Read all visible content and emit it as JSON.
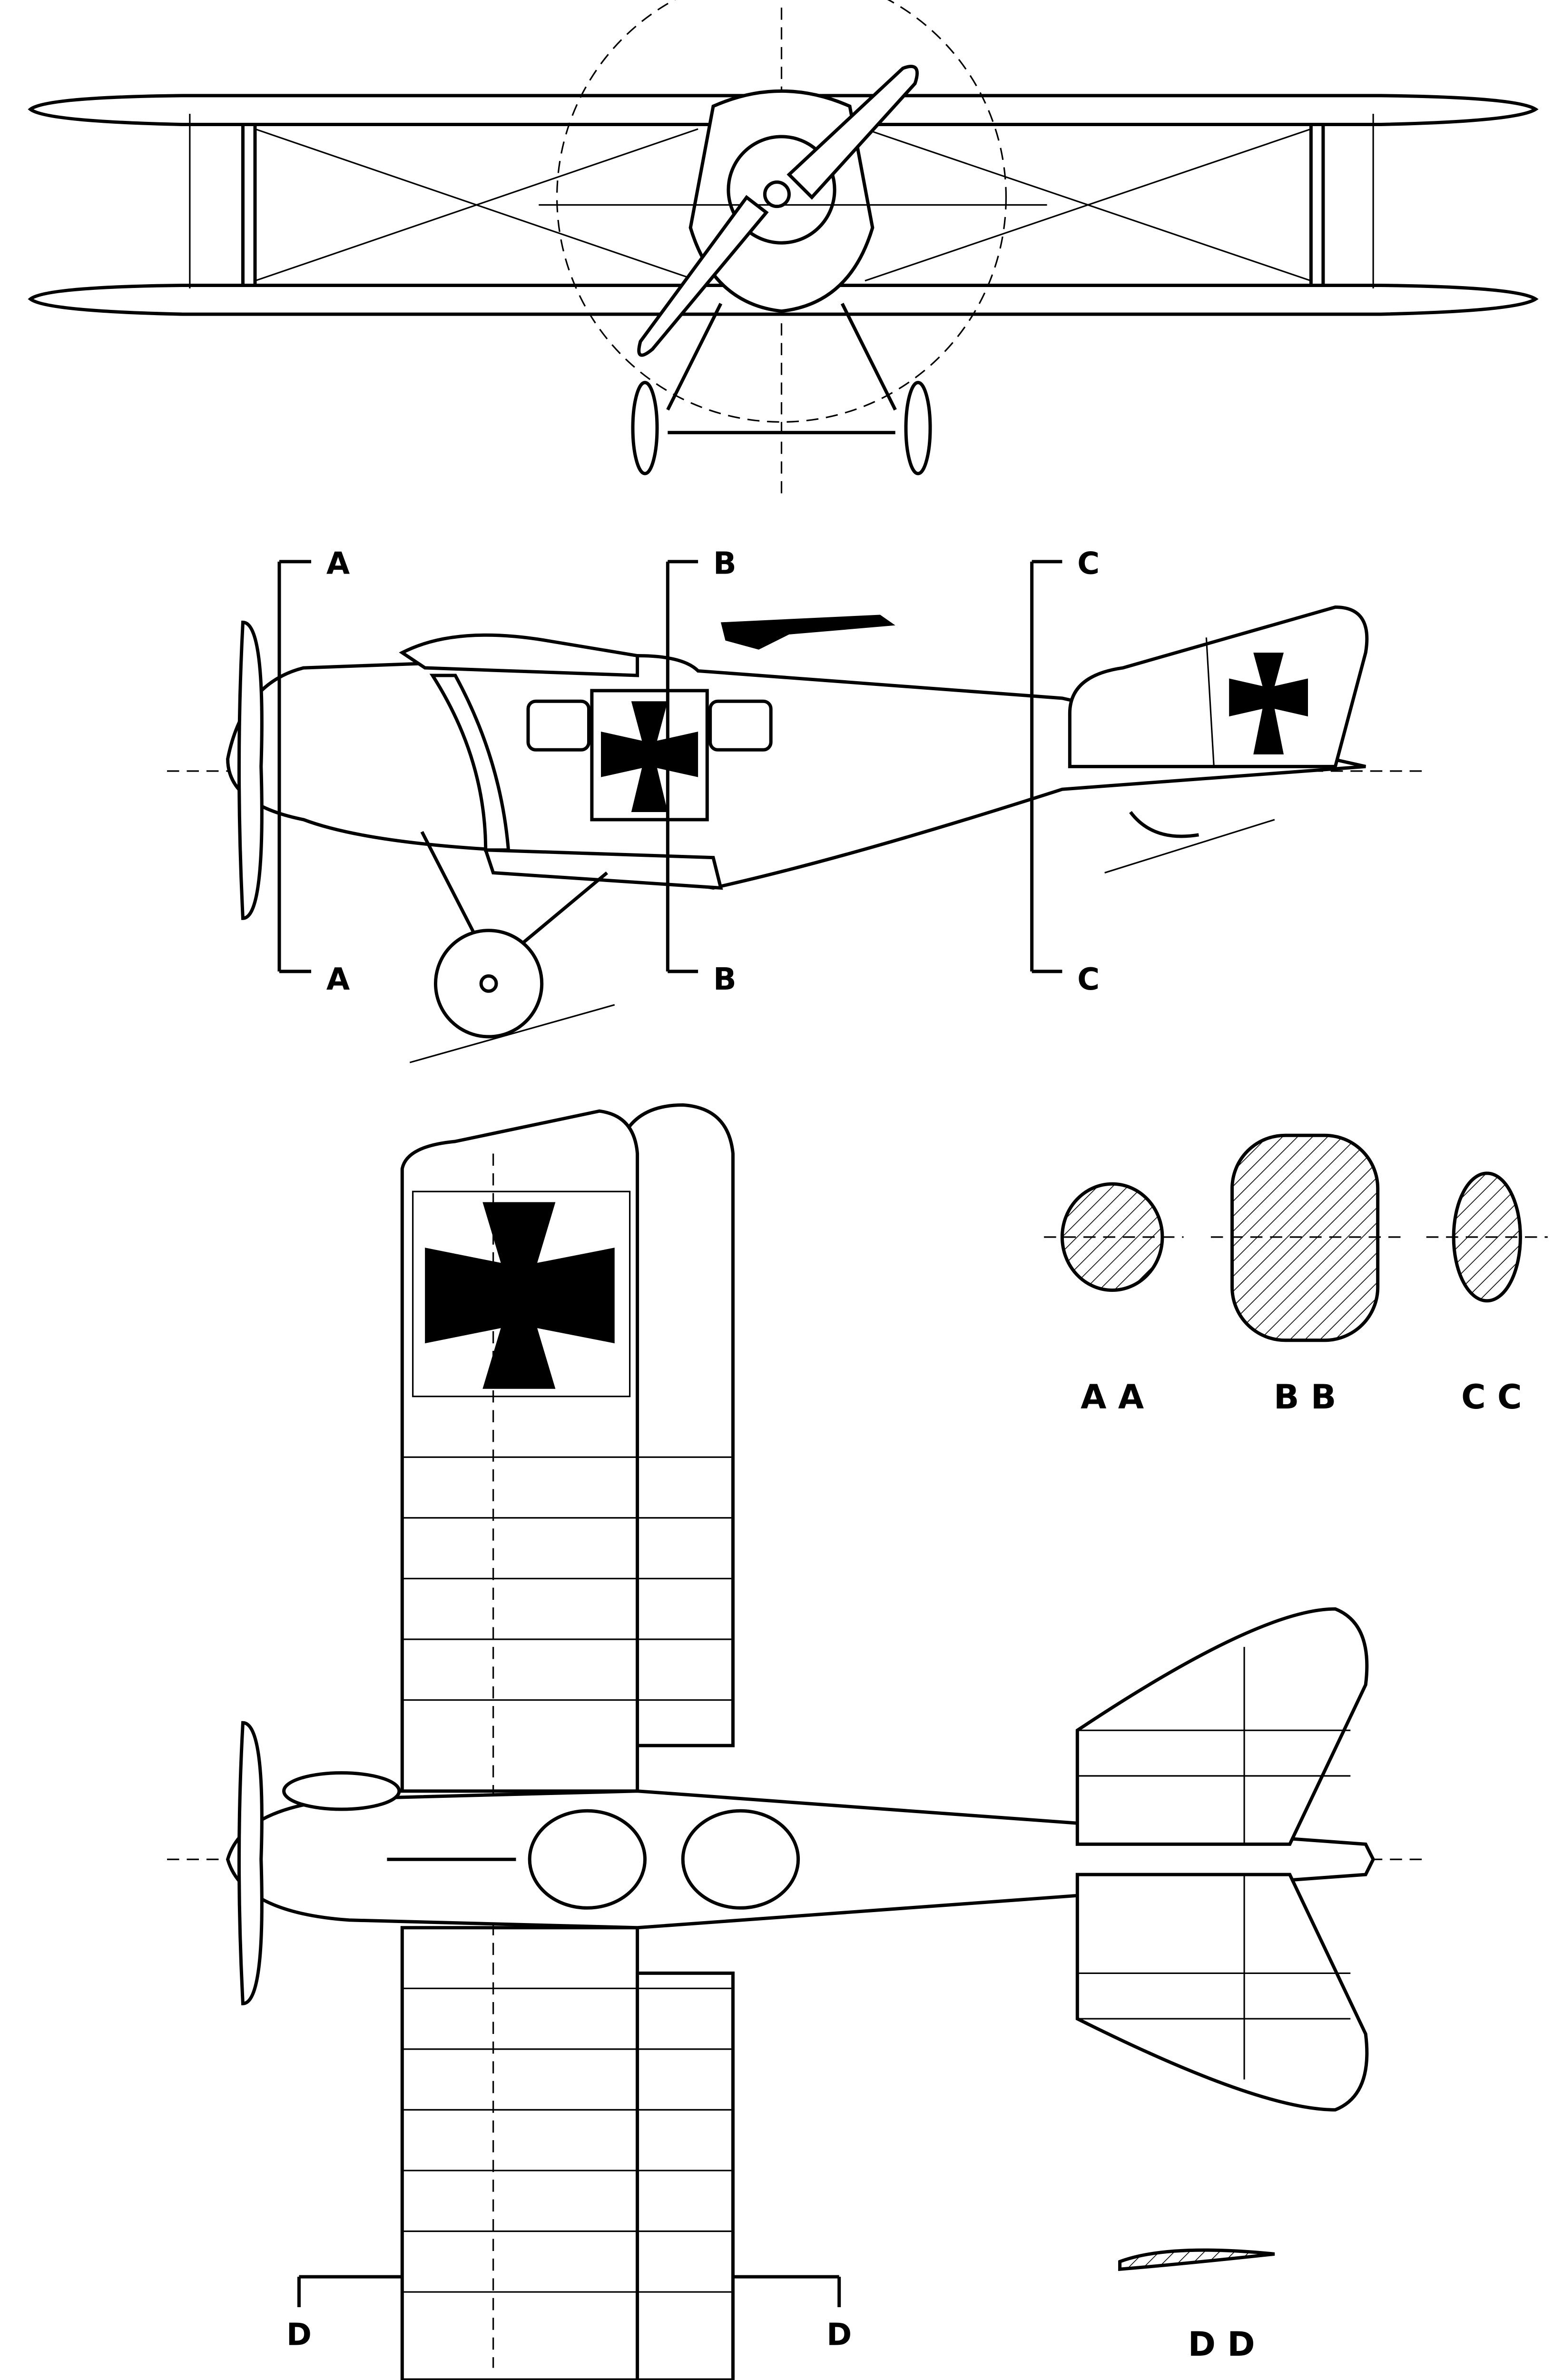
{
  "drawing": {
    "section_markers": {
      "a_top": "A",
      "a_bottom": "A",
      "b_top": "B",
      "b_bottom": "B",
      "c_top": "C",
      "c_bottom": "C",
      "d_left": "D",
      "d_right": "D"
    },
    "section_labels": {
      "aa": "A A",
      "bb": "B B",
      "cc": "C C",
      "dd": "D D"
    },
    "colors": {
      "ink": "#000000",
      "paper": "#ffffff"
    }
  }
}
